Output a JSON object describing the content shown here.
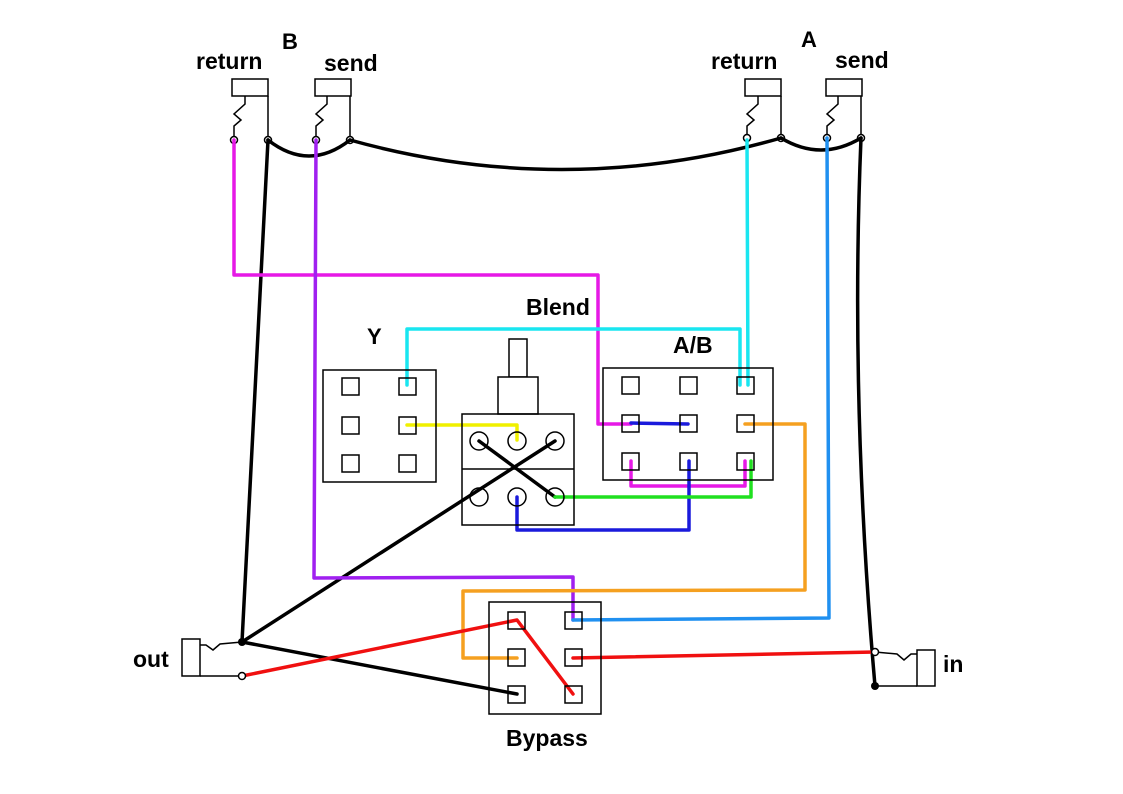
{
  "labels": {
    "return_b": "return",
    "b": "B",
    "send_b": "send",
    "return_a": "return",
    "a": "A",
    "send_a": "send",
    "blend": "Blend",
    "y": "Y",
    "ab": "A/B",
    "out": "out",
    "in": "in",
    "bypass": "Bypass"
  },
  "colors": {
    "magenta": "#e619e6",
    "purple": "#a020f0",
    "cyan": "#19e6f0",
    "yellow": "#f0f000",
    "blue": "#1a1adc",
    "green": "#20e020",
    "orange": "#f5a020",
    "sky": "#2090f0",
    "red": "#f01010",
    "black": "#000000"
  }
}
